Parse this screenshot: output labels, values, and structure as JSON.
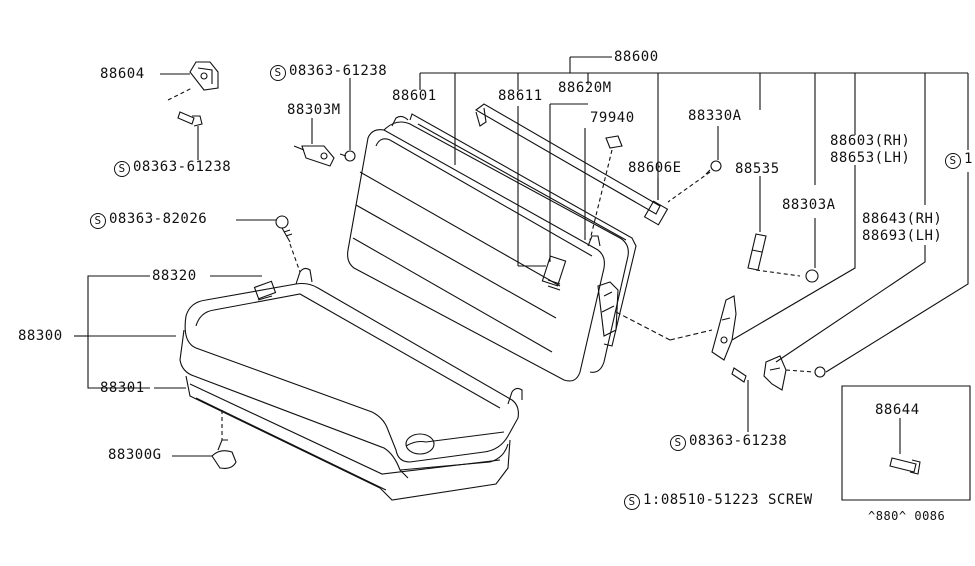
{
  "labels": {
    "p88600": "88600",
    "p88604": "88604",
    "screw_top_left": "08363-61238",
    "screw_left_mid": "08363-61238",
    "p88303M": "88303M",
    "p88601": "88601",
    "p88611": "88611",
    "p88620M": "88620M",
    "p79940": "79940",
    "p88330A": "88330A",
    "p88603": "88603(RH)",
    "p88653": "88653(LH)",
    "s_right_edge": "1",
    "p88606E": "88606E",
    "p88535": "88535",
    "p88303A": "88303A",
    "p88643": "88643(RH)",
    "p88693": "88693(LH)",
    "screw_82026": "08363-82026",
    "p88320": "88320",
    "p88300": "88300",
    "p88301": "88301",
    "p88300G": "88300G",
    "screw_bottom": "08363-61238",
    "p88644": "88644",
    "legend_screw": "1:08510-51223 SCREW",
    "diagram_code": "^880^ 0086"
  },
  "symbols": {
    "s_mark": "S"
  }
}
